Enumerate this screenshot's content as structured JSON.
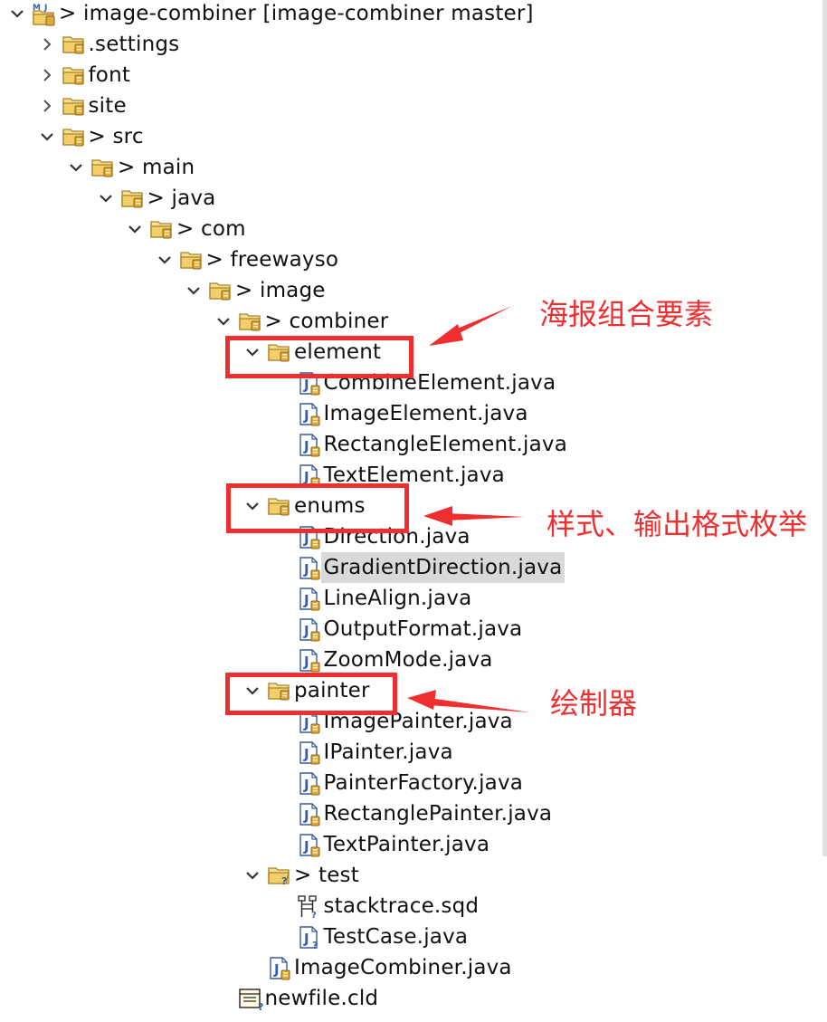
{
  "tree": {
    "rows": [
      {
        "label": "> image-combiner [image-combiner master]",
        "level": 0,
        "icon": "project-icon",
        "chevron": "down"
      },
      {
        "label": ".settings",
        "level": 1,
        "icon": "folder-icon",
        "chevron": "right"
      },
      {
        "label": "font",
        "level": 1,
        "icon": "folder-icon",
        "chevron": "right"
      },
      {
        "label": "site",
        "level": 1,
        "icon": "folder-icon",
        "chevron": "right"
      },
      {
        "label": "> src",
        "level": 1,
        "icon": "folder-icon",
        "chevron": "down"
      },
      {
        "label": "> main",
        "level": 2,
        "icon": "folder-icon",
        "chevron": "down"
      },
      {
        "label": "> java",
        "level": 3,
        "icon": "folder-icon",
        "chevron": "down"
      },
      {
        "label": "> com",
        "level": 4,
        "icon": "folder-icon",
        "chevron": "down"
      },
      {
        "label": "> freewayso",
        "level": 5,
        "icon": "folder-icon",
        "chevron": "down"
      },
      {
        "label": "> image",
        "level": 6,
        "icon": "folder-icon",
        "chevron": "down"
      },
      {
        "label": "> combiner",
        "level": 7,
        "icon": "folder-icon",
        "chevron": "down"
      },
      {
        "label": "element",
        "level": 8,
        "icon": "folder-icon",
        "chevron": "down"
      },
      {
        "label": "CombineElement.java",
        "level": 9,
        "icon": "java-file-icon",
        "chevron": "none"
      },
      {
        "label": "ImageElement.java",
        "level": 9,
        "icon": "java-file-icon",
        "chevron": "none"
      },
      {
        "label": "RectangleElement.java",
        "level": 9,
        "icon": "java-file-icon",
        "chevron": "none"
      },
      {
        "label": "TextElement.java",
        "level": 9,
        "icon": "java-file-icon",
        "chevron": "none"
      },
      {
        "label": "enums",
        "level": 8,
        "icon": "folder-icon",
        "chevron": "down"
      },
      {
        "label": "Direction.java",
        "level": 9,
        "icon": "java-file-icon",
        "chevron": "none"
      },
      {
        "label": "GradientDirection.java",
        "level": 9,
        "icon": "java-file-icon",
        "chevron": "none",
        "selected": true
      },
      {
        "label": "LineAlign.java",
        "level": 9,
        "icon": "java-file-icon",
        "chevron": "none"
      },
      {
        "label": "OutputFormat.java",
        "level": 9,
        "icon": "java-file-icon",
        "chevron": "none"
      },
      {
        "label": "ZoomMode.java",
        "level": 9,
        "icon": "java-file-icon",
        "chevron": "none"
      },
      {
        "label": "painter",
        "level": 8,
        "icon": "folder-icon",
        "chevron": "down"
      },
      {
        "label": "ImagePainter.java",
        "level": 9,
        "icon": "java-file-icon",
        "chevron": "none"
      },
      {
        "label": "IPainter.java",
        "level": 9,
        "icon": "java-file-icon",
        "chevron": "none"
      },
      {
        "label": "PainterFactory.java",
        "level": 9,
        "icon": "java-file-icon",
        "chevron": "none"
      },
      {
        "label": "RectanglePainter.java",
        "level": 9,
        "icon": "java-file-icon",
        "chevron": "none"
      },
      {
        "label": "TextPainter.java",
        "level": 9,
        "icon": "java-file-icon",
        "chevron": "none"
      },
      {
        "label": "> test",
        "level": 8,
        "icon": "folder-unknown-icon",
        "chevron": "down"
      },
      {
        "label": "stacktrace.sqd",
        "level": 9,
        "icon": "sequence-diagram-icon",
        "chevron": "none"
      },
      {
        "label": "TestCase.java",
        "level": 9,
        "icon": "java-unknown-icon",
        "chevron": "none"
      },
      {
        "label": "ImageCombiner.java",
        "level": 8,
        "icon": "java-file-icon",
        "chevron": "none"
      },
      {
        "label": "newfile.cld",
        "level": 7,
        "icon": "class-diagram-icon",
        "chevron": "none"
      }
    ]
  },
  "annotations": [
    {
      "text": "海报组合要素",
      "target": "element"
    },
    {
      "text": "样式、输出格式枚举",
      "target": "enums"
    },
    {
      "text": "绘制器",
      "target": "painter"
    }
  ],
  "colors": {
    "annotation_red": "#ef2f2f",
    "folder_fill": "#f3d77a",
    "folder_stroke": "#a9822a",
    "java_blue": "#2f5fb0",
    "selection": "#d9d9d9"
  }
}
